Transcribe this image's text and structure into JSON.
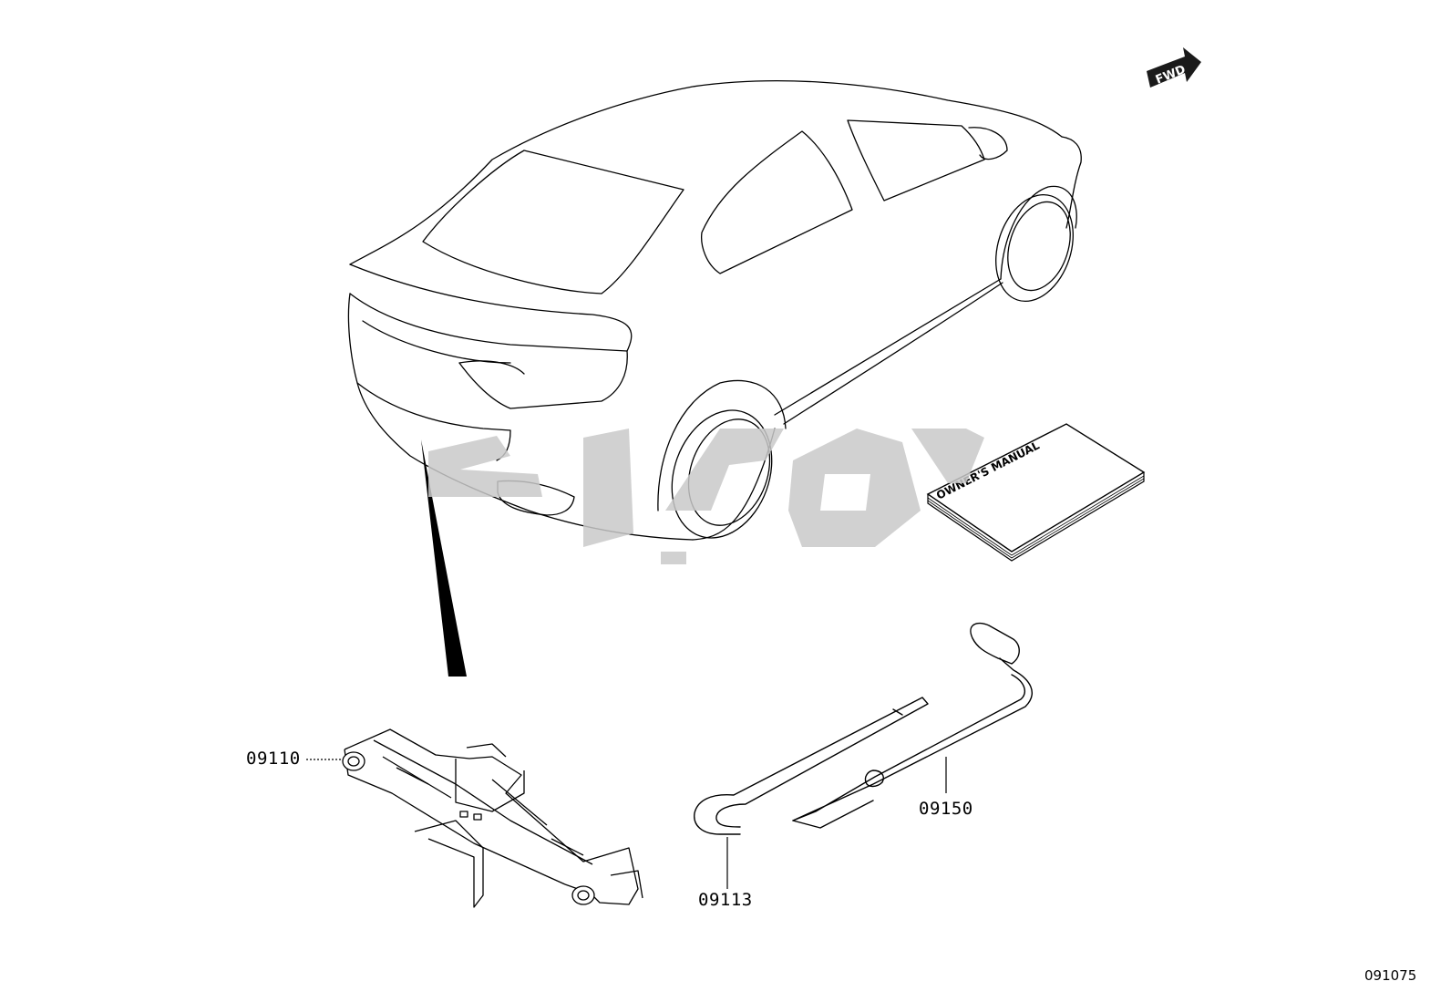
{
  "fwd_badge": "FWD",
  "manual_cover_text": "OWNER'S MANUAL",
  "callouts": [
    {
      "id": "jack",
      "code": "09110"
    },
    {
      "id": "handle",
      "code": "09113"
    },
    {
      "id": "wrench",
      "code": "09150"
    }
  ],
  "figure_ref": "091075",
  "colors": {
    "line": "#000000",
    "watermark": "#c9c9c9",
    "paper": "#ffffff"
  }
}
